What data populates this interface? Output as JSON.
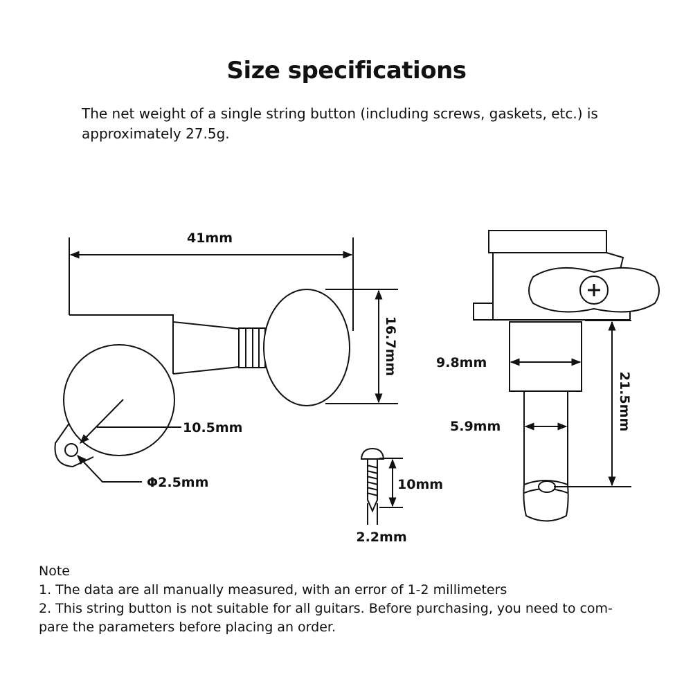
{
  "title": "Size specifications",
  "intro": "The net weight of a single string button (including screws, gaskets, etc.) is approximately 27.5g.",
  "dimensions": {
    "length": "41mm",
    "button_height": "16.7mm",
    "body_diameter": "10.5mm",
    "hole_diameter": "Φ2.5mm",
    "bushing_width": "9.8mm",
    "post_width": "5.9mm",
    "total_height": "21.5mm",
    "screw_length": "10mm",
    "screw_diameter": "2.2mm"
  },
  "notes": {
    "heading": "Note",
    "line1": "1. The data are all manually measured, with an error of 1-2 millimeters",
    "line2a": "2. This string button is not suitable for all guitars. Before purchasing, you need to com-",
    "line2b": "pare the parameters before placing an order."
  },
  "icons": {
    "screw_head": "phillips-screw-icon"
  }
}
